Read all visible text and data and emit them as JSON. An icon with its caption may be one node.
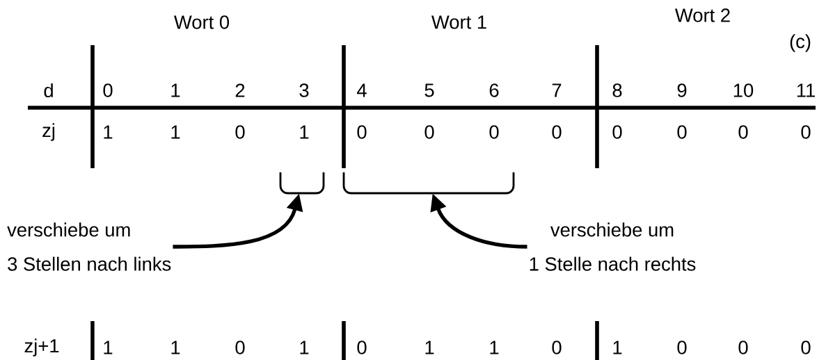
{
  "diagram": {
    "nodes": [
      {
        "text": [],
        "shape": "bracket"
      },
      {
        "text": [],
        "shape": "bracket"
      },
      {
        "text": [
          "verschiebe um",
          "3 Stellen nach links"
        ]
      },
      {
        "text": [
          "verschiebe um",
          "1 Stelle nach rechts"
        ]
      }
    ],
    "edges": [
      {
        "from": 2,
        "to": 0,
        "arrow": "to"
      },
      {
        "from": 3,
        "to": 1,
        "arrow": "to"
      }
    ],
    "labels": [
      "Wort 0",
      "Wort 1",
      "Wort 2",
      "(c)",
      "d",
      "0",
      "1",
      "2",
      "3",
      "4",
      "5",
      "6",
      "7",
      "8",
      "9",
      "10",
      "11",
      "zj",
      "1",
      "1",
      "0",
      "1",
      "0",
      "0",
      "0",
      "0",
      "0",
      "0",
      "0",
      "0",
      "zj+1",
      "1",
      "1",
      "0",
      "1",
      "0",
      "1",
      "1",
      "0",
      "1",
      "0",
      "0",
      "0"
    ]
  }
}
